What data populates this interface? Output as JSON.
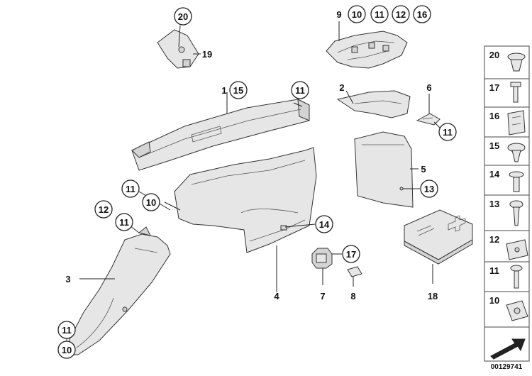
{
  "callouts": {
    "c20_top": "20",
    "c19": "19",
    "c9": "9",
    "c10_top": "10",
    "c11_top": "11",
    "c12_top": "12",
    "c16_top": "16",
    "c1": "1",
    "c15_left": "15",
    "c11_a": "11",
    "c2": "2",
    "c6": "6",
    "c11_b": "11",
    "c5": "5",
    "c13_left": "13",
    "c11_c": "11",
    "c10_mid": "10",
    "c14_left": "14",
    "c12_mid": "12",
    "c11_d": "11",
    "c3": "3",
    "c17_left": "17",
    "c4": "4",
    "c7": "7",
    "c8": "8",
    "c18": "18",
    "c11_e": "11",
    "c10_bot": "10"
  },
  "legend": [
    "20",
    "17",
    "16",
    "15",
    "14",
    "13",
    "12",
    "11",
    "10"
  ],
  "image_number": "00129741"
}
